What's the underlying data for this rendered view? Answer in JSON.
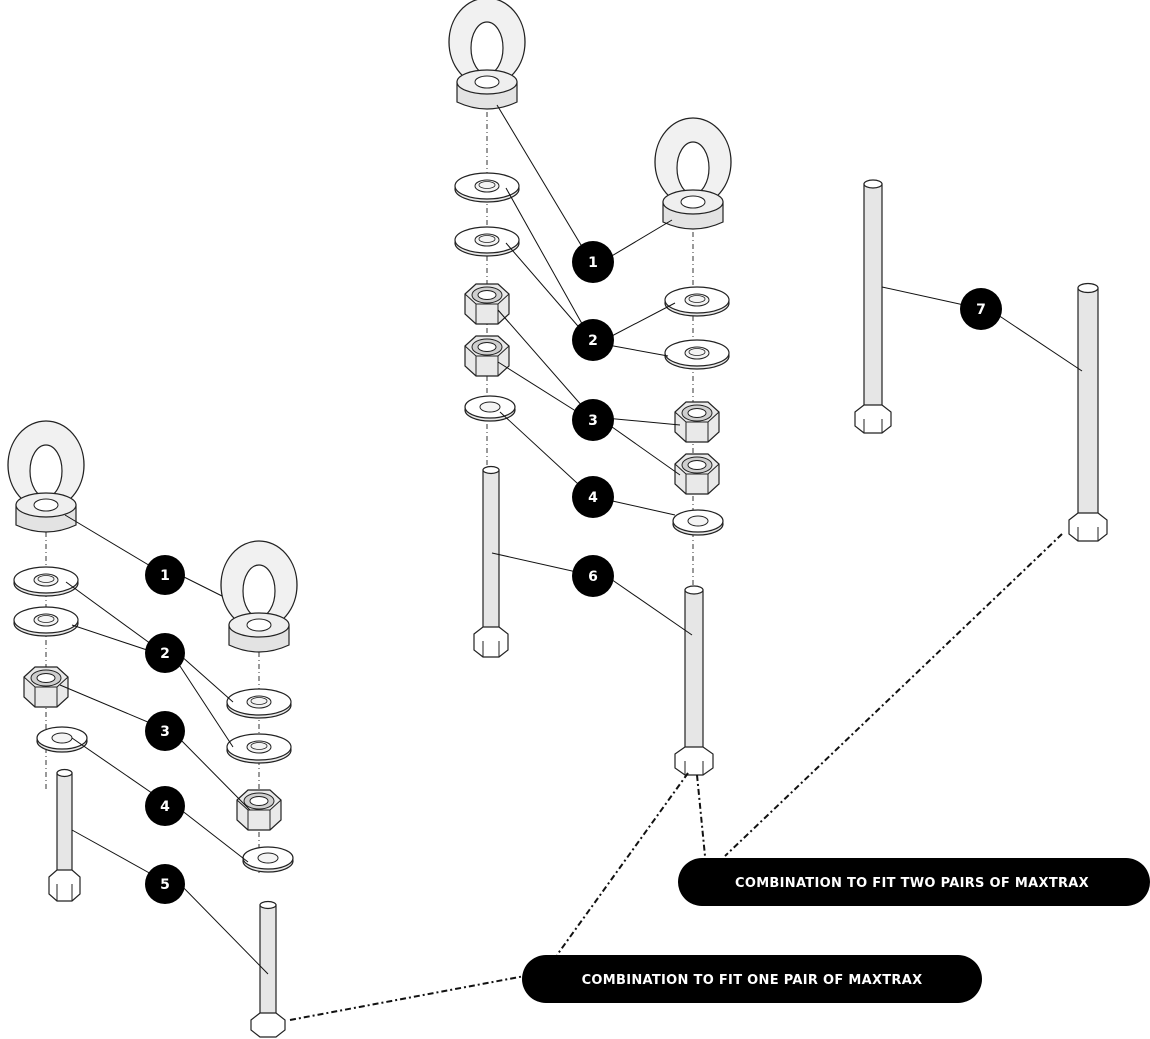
{
  "colors": {
    "badge": "#000000",
    "badge_text": "#ffffff",
    "line": "#111111"
  },
  "labels": {
    "one": "1",
    "two": "2",
    "three": "3",
    "four": "4",
    "five": "5",
    "six": "6",
    "seven": "7"
  },
  "callouts": {
    "two_pairs": "COMBINATION TO FIT TWO PAIRS OF MAXTRAX",
    "one_pair": "COMBINATION TO FIT ONE PAIR OF MAXTRAX"
  }
}
